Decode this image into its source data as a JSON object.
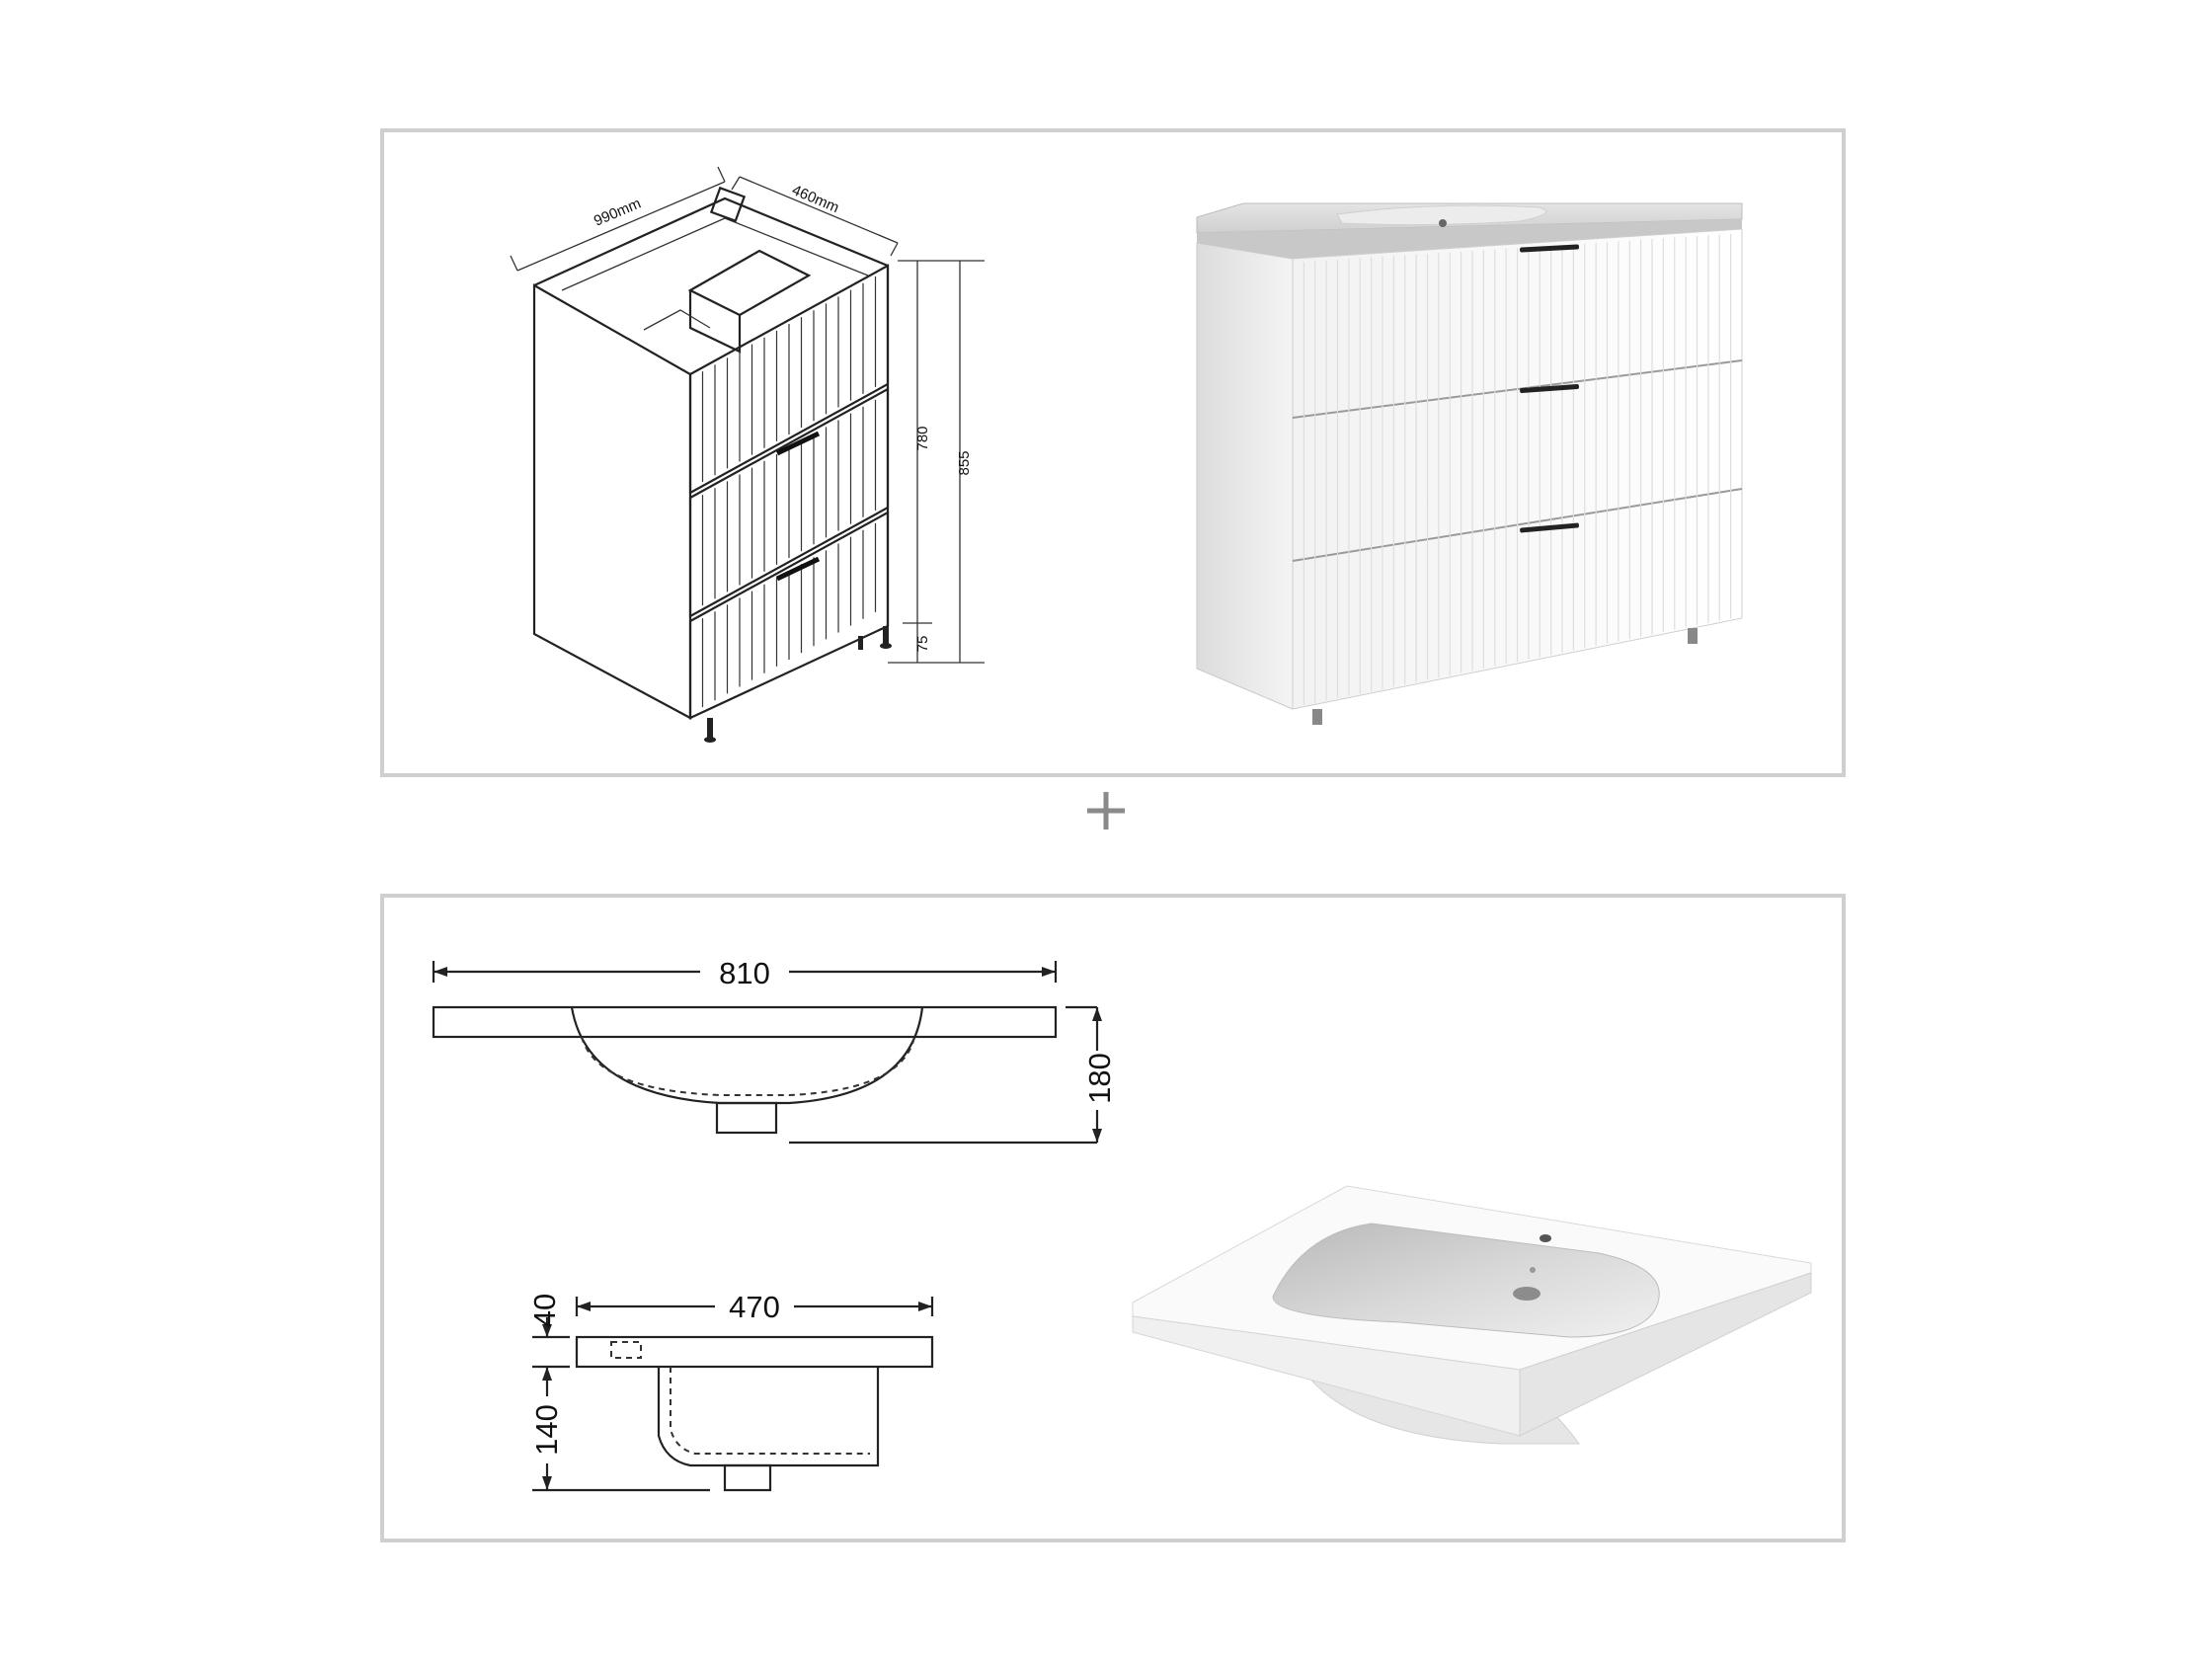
{
  "cabinet_drawing": {
    "width_label": "990mm",
    "depth_label": "460mm",
    "height_total_label": "855",
    "height_body_label": "780",
    "leg_height_label": "75"
  },
  "plus_sign": "+",
  "basin_drawing": {
    "front_width_label": "810",
    "front_height_label": "180",
    "side_depth_label": "470",
    "side_top_label": "40",
    "side_bowl_label": "140"
  }
}
